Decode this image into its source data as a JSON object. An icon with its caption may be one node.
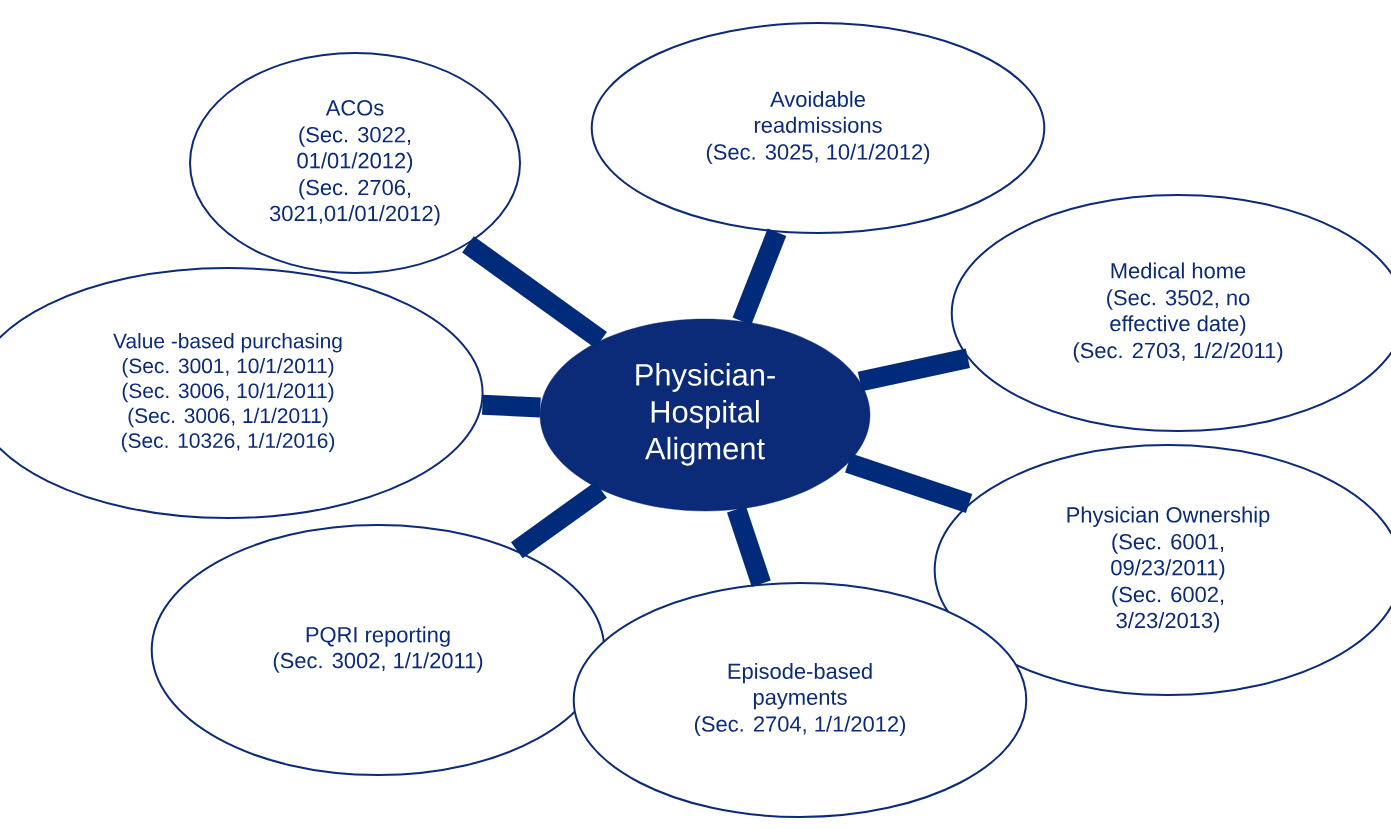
{
  "diagram": {
    "nodes": [
      {
        "text": [
          "Physician-Hospital Aligment"
        ]
      },
      {
        "text": [
          "ACOs",
          "(Sec. 3022, 01/01/2012)",
          "(Sec. 2706, 3021,01/01/2012)"
        ]
      },
      {
        "text": [
          "Avoidable readmissions",
          "(Sec. 3025, 10/1/2012)"
        ]
      },
      {
        "text": [
          "Medical home",
          "(Sec. 3502, no effective date)",
          "(Sec. 2703, 1/2/2011)"
        ]
      },
      {
        "text": [
          "Value -based purchasing",
          "(Sec. 3001, 10/1/2011)",
          "(Sec. 3006, 10/1/2011)",
          "(Sec. 3006, 1/1/2011)",
          "(Sec. 10326, 1/1/2016)"
        ]
      },
      {
        "text": [
          "Physician Ownership",
          "(Sec. 6001, 09/23/2011)",
          "(Sec. 6002, 3/23/2013)"
        ]
      },
      {
        "text": [
          "PQRI reporting",
          "(Sec. 3002, 1/1/2011)"
        ]
      },
      {
        "text": [
          "Episode-based payments",
          "(Sec. 2704, 1/1/2012)"
        ]
      }
    ],
    "edges": [
      {
        "from": 0,
        "to": 1,
        "arrow": "none"
      },
      {
        "from": 0,
        "to": 2,
        "arrow": "none"
      },
      {
        "from": 0,
        "to": 3,
        "arrow": "none"
      },
      {
        "from": 0,
        "to": 4,
        "arrow": "none"
      },
      {
        "from": 0,
        "to": 5,
        "arrow": "none"
      },
      {
        "from": 0,
        "to": 6,
        "arrow": "none"
      },
      {
        "from": 0,
        "to": 7,
        "arrow": "none"
      }
    ]
  }
}
